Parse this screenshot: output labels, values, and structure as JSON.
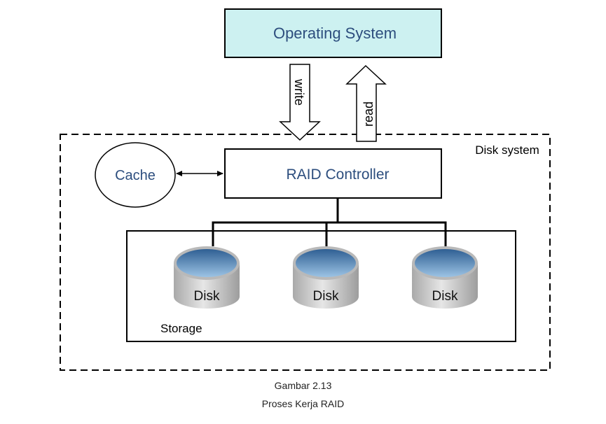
{
  "os": {
    "label": "Operating System"
  },
  "arrows": {
    "write": "write",
    "read": "read"
  },
  "disk_system": {
    "label": "Disk system"
  },
  "cache": {
    "label": "Cache"
  },
  "controller": {
    "label": "RAID Controller"
  },
  "storage": {
    "label": "Storage",
    "disks": [
      {
        "label": "Disk"
      },
      {
        "label": "Disk"
      },
      {
        "label": "Disk"
      }
    ]
  },
  "caption": {
    "figure": "Gambar 2.13",
    "title": "Proses Kerja RAID"
  },
  "colors": {
    "os_fill": "#cdf1f1",
    "label_text": "#2d4e7e",
    "disk_top": "#5a8fc2",
    "disk_body": "#c9c9c9"
  }
}
